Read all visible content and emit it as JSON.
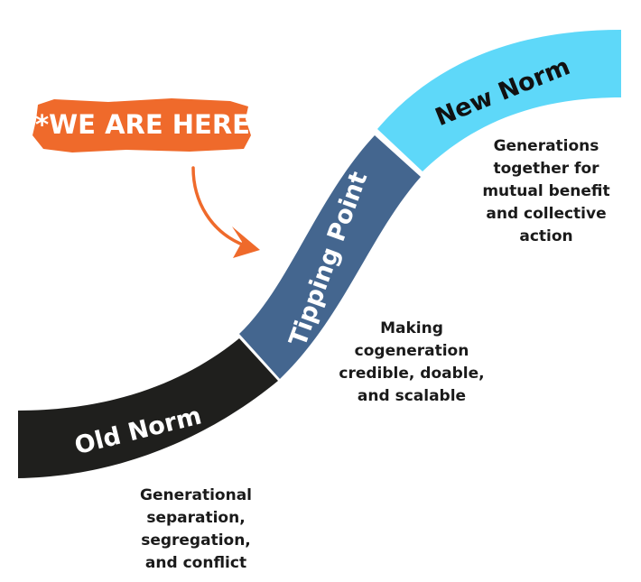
{
  "marker": {
    "label": "*WE ARE HERE",
    "color": "#ef6a2b"
  },
  "stages": [
    {
      "label": "Old Norm",
      "color": "#1f1f1d",
      "text_color": "#ffffff",
      "description": [
        "Generational",
        "separation,",
        "segregation,",
        "and conflict"
      ]
    },
    {
      "label": "Tipping Point",
      "color": "#44668f",
      "text_color": "#ffffff",
      "description": [
        "Making",
        "cogeneration",
        "credible, doable,",
        "and scalable"
      ]
    },
    {
      "label": "New Norm",
      "color": "#5ed8f9",
      "text_color": "#111111",
      "description": [
        "Generations",
        "together for",
        "mutual benefit",
        "and collective",
        "action"
      ]
    }
  ]
}
